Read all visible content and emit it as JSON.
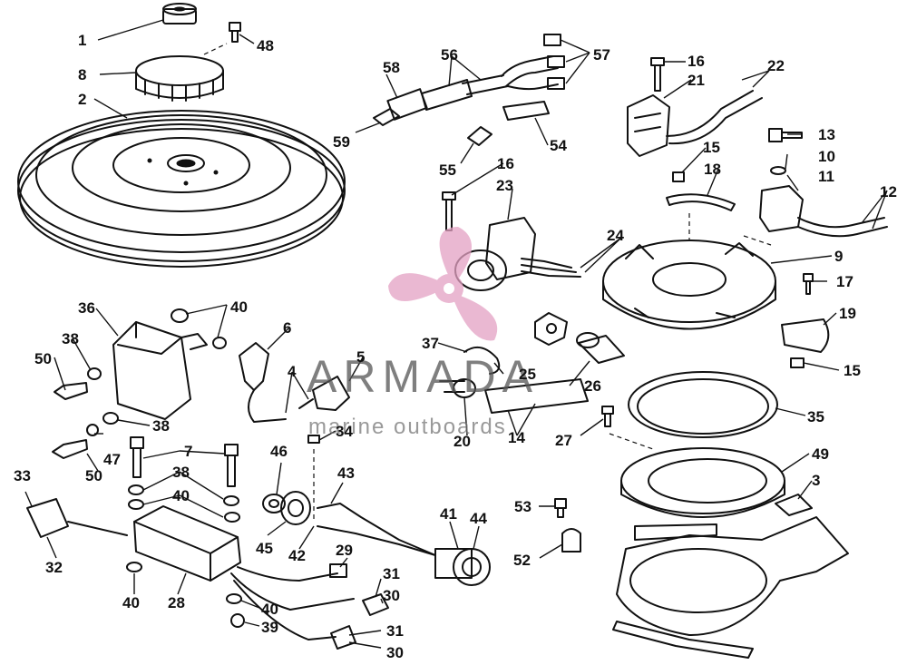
{
  "watermark": {
    "title": "ARMADA",
    "subtitle": "marine outboards",
    "logo_color": "#e4a1c3"
  },
  "callouts": [
    "1",
    "2",
    "3",
    "4",
    "5",
    "6",
    "7",
    "8",
    "9",
    "10",
    "11",
    "12",
    "13",
    "14",
    "15",
    "15",
    "16",
    "16",
    "17",
    "18",
    "19",
    "20",
    "21",
    "22",
    "23",
    "24",
    "25",
    "26",
    "27",
    "28",
    "29",
    "30",
    "30",
    "31",
    "31",
    "32",
    "33",
    "34",
    "35",
    "36",
    "37",
    "38",
    "38",
    "38",
    "39",
    "40",
    "40",
    "40",
    "40",
    "40",
    "41",
    "42",
    "43",
    "44",
    "45",
    "46",
    "47",
    "48",
    "49",
    "50",
    "50",
    "52",
    "53",
    "54",
    "55",
    "56",
    "57",
    "58",
    "59"
  ]
}
